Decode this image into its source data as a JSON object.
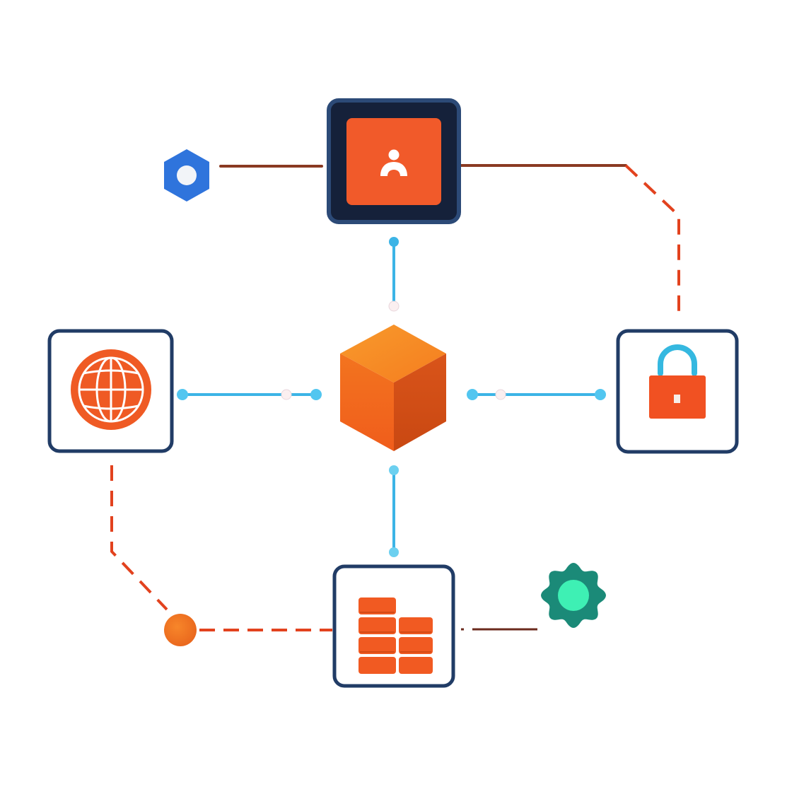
{
  "diagram": {
    "colors": {
      "navy": "#213c66",
      "orange": "#f15a24",
      "orange_light": "#f7862a",
      "blue_line": "#3cb4e6",
      "dash_red": "#e2421e",
      "brown_line": "#8a3a22",
      "hex_blue": "#2f74dc",
      "gear_teal": "#1b8a78",
      "gear_mint": "#3ef0b4",
      "lock_shackle": "#35b8e0"
    },
    "nodes": [
      {
        "id": "top",
        "icon": "user-icon",
        "style": "dark-frame"
      },
      {
        "id": "left",
        "icon": "globe-icon",
        "style": "light-frame"
      },
      {
        "id": "right",
        "icon": "lock-icon",
        "style": "light-frame"
      },
      {
        "id": "bottom",
        "icon": "database-stack-icon",
        "style": "light-frame"
      },
      {
        "id": "center",
        "icon": "cube-icon",
        "style": "none"
      },
      {
        "id": "hex",
        "icon": "hexagon-icon",
        "style": "none"
      },
      {
        "id": "gear",
        "icon": "gear-icon",
        "style": "none"
      },
      {
        "id": "dot",
        "icon": "circle-dot-icon",
        "style": "none"
      }
    ]
  }
}
